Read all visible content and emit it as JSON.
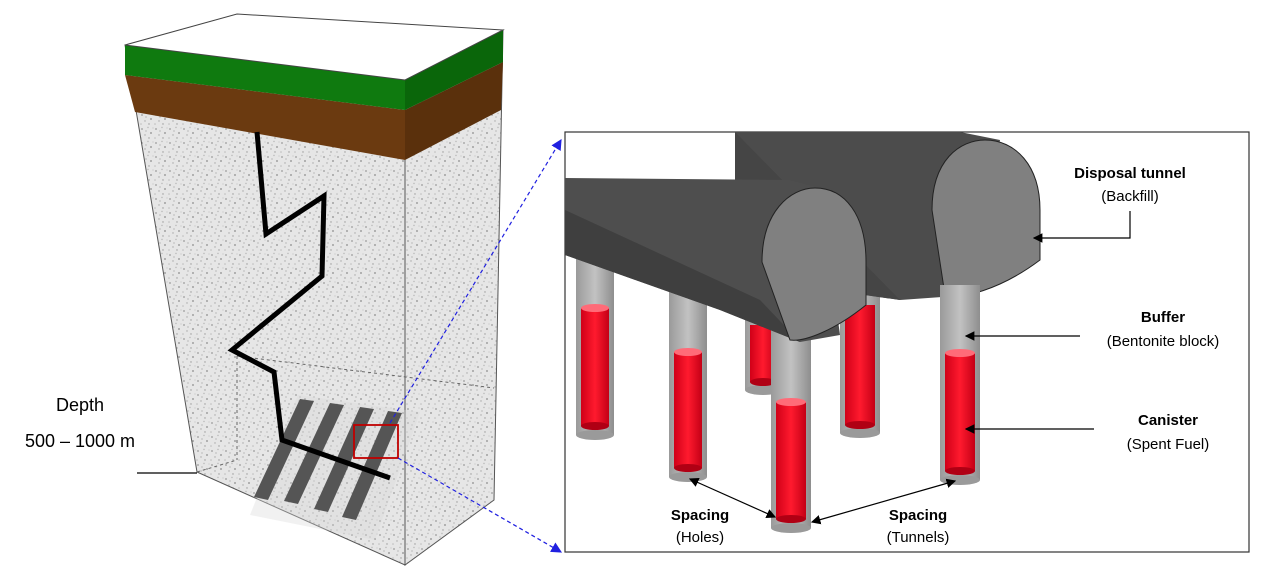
{
  "left_block": {
    "depth_label": "Depth",
    "depth_value": "500 – 1000 m"
  },
  "detail": {
    "disposal_tunnel": {
      "title": "Disposal tunnel",
      "subtitle": "(Backfill)"
    },
    "buffer": {
      "title": "Buffer",
      "subtitle": "(Bentonite block)"
    },
    "canister": {
      "title": "Canister",
      "subtitle": "(Spent Fuel)"
    },
    "spacing_holes": {
      "title": "Spacing",
      "subtitle": "(Holes)"
    },
    "spacing_tunnels": {
      "title": "Spacing",
      "subtitle": "(Tunnels)"
    }
  },
  "colors": {
    "grass": "#0f7a0f",
    "soil": "#6b3a10",
    "granite": "#e4e4e4",
    "tunnel": "#5a5a5a",
    "tunnel_face": "#858585",
    "hole": "#a8a8a8",
    "canister": "#e8001c",
    "zoom_lines": "#2020e0",
    "zoom_box": "#c00000"
  }
}
